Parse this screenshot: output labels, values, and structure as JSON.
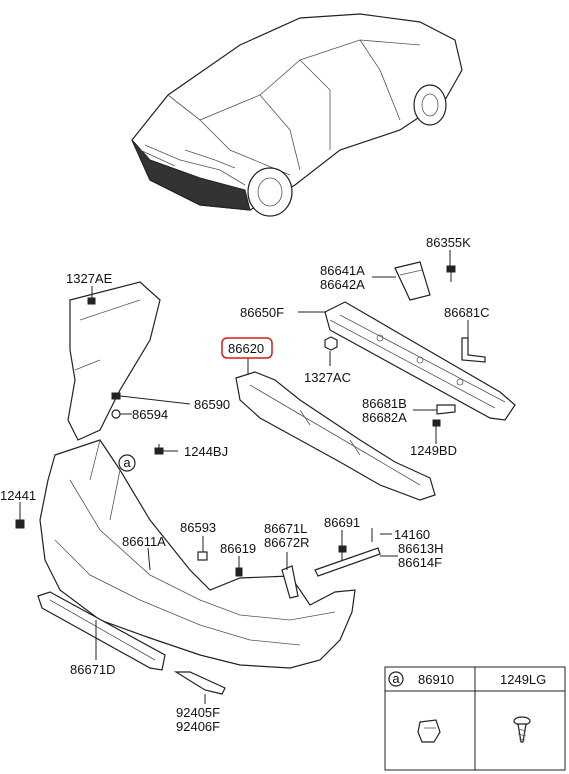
{
  "highlight_color": "#d81c1c",
  "labels": {
    "p86355K": "86355K",
    "p86641A": "86641A",
    "p86642A": "86642A",
    "p86650F": "86650F",
    "p86681C": "86681C",
    "p86620": "86620",
    "p1327AC": "1327AC",
    "p86681B": "86681B",
    "p86682A": "86682A",
    "p1249BD": "1249BD",
    "p1327AE": "1327AE",
    "p86590": "86590",
    "p86594": "86594",
    "p1244BJ": "1244BJ",
    "p12441": "12441",
    "pA": "a",
    "p86593": "86593",
    "p86611A": "86611A",
    "p86619": "86619",
    "p86671L": "86671L",
    "p86672R": "86672R",
    "p86691": "86691",
    "p14160": "14160",
    "p86613H": "86613H",
    "p86614F": "86614F",
    "p86671D": "86671D",
    "p92405F": "92405F",
    "p92406F": "92406F"
  },
  "legend": {
    "circle_label": "a",
    "col1": "86910",
    "col2": "1249LG"
  }
}
